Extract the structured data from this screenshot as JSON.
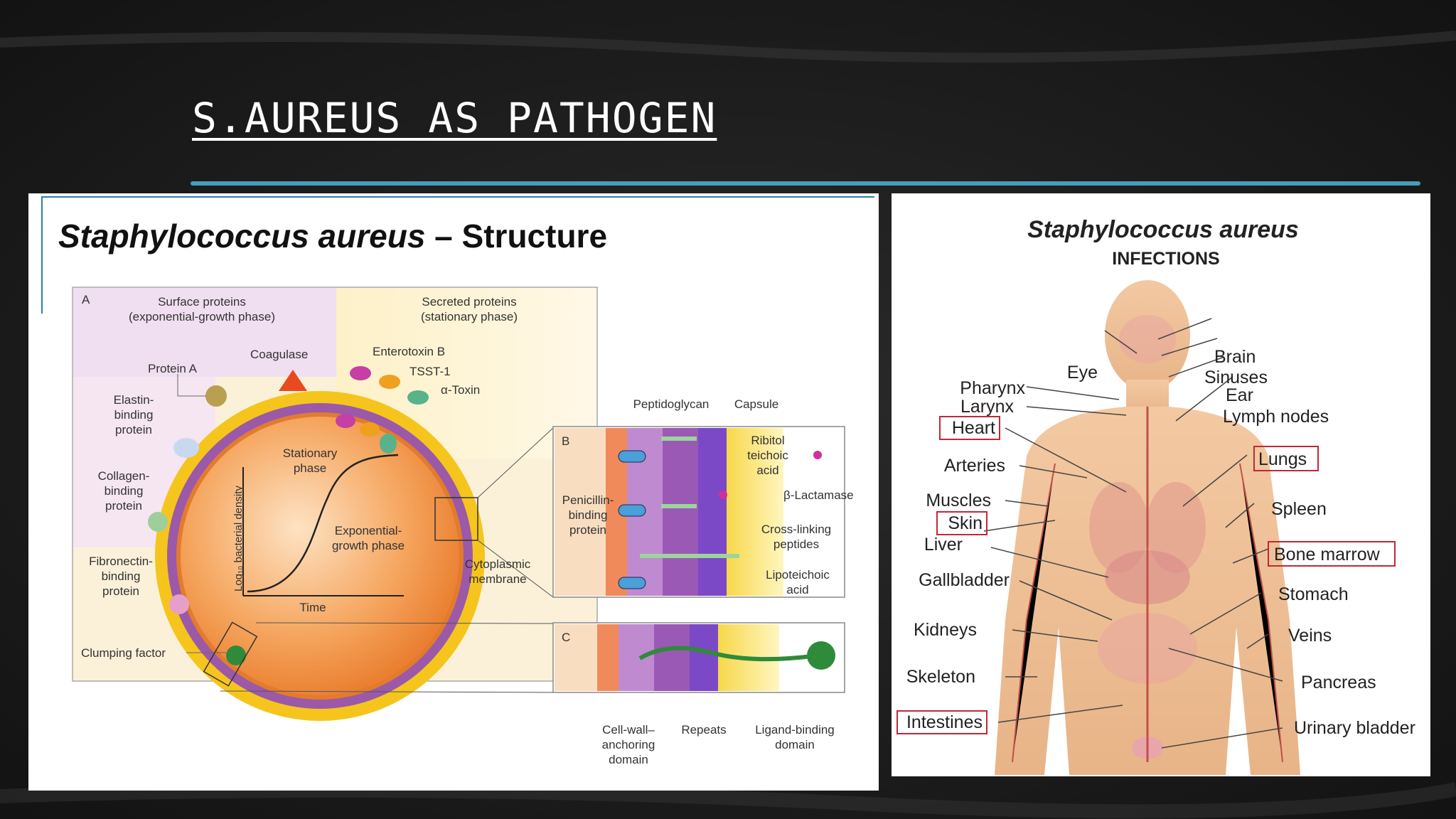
{
  "slide": {
    "title": "S.AUREUS AS PATHOGEN"
  },
  "structure_figure": {
    "heading_italic": "Staphylococcus aureus",
    "heading_rest": " – Structure",
    "panel_a": {
      "letter": "A",
      "surface_title_1": "Surface proteins",
      "surface_title_2": "(exponential-growth phase)",
      "secreted_title_1": "Secreted proteins",
      "secreted_title_2": "(stationary phase)",
      "coagulase": "Coagulase",
      "protein_a": "Protein A",
      "elastin": [
        "Elastin-",
        "binding",
        "protein"
      ],
      "collagen": [
        "Collagen-",
        "binding",
        "protein"
      ],
      "fibronectin": [
        "Fibronectin-",
        "binding",
        "protein"
      ],
      "clumping": "Clumping factor",
      "enterotoxin": "Enterotoxin B",
      "tsst": "TSST-1",
      "alpha_toxin": "α-Toxin",
      "stationary": [
        "Stationary",
        "phase"
      ],
      "exponential": [
        "Exponential-",
        "growth phase"
      ],
      "ylabel": "Log₁₀ bacterial density",
      "xlabel": "Time",
      "cytoplasmic": [
        "Cytoplasmic",
        "membrane"
      ]
    },
    "panel_b": {
      "letter": "B",
      "peptidoglycan": "Peptidoglycan",
      "capsule": "Capsule",
      "ribitol": [
        "Ribitol",
        "teichoic",
        "acid"
      ],
      "penicillin": [
        "Penicillin-",
        "binding",
        "protein"
      ],
      "lactamase": "β-Lactamase",
      "crosslinking": [
        "Cross-linking",
        "peptides"
      ],
      "lipoteichoic": [
        "Lipoteichoic",
        "acid"
      ]
    },
    "panel_c": {
      "letter": "C",
      "cellwall": [
        "Cell-wall–",
        "anchoring",
        "domain"
      ],
      "repeats": "Repeats",
      "ligand": [
        "Ligand-binding",
        "domain"
      ]
    }
  },
  "infections_figure": {
    "title": "Staphylococcus aureus",
    "subtitle": "INFECTIONS",
    "left_labels": [
      "Eye",
      "Pharynx",
      "Larynx",
      "Heart",
      "Arteries",
      "Muscles",
      "Skin",
      "Liver",
      "Gallbladder",
      "Kidneys",
      "Skeleton",
      "Intestines"
    ],
    "right_labels": [
      "Brain",
      "Sinuses",
      "Ear",
      "Lymph nodes",
      "Lungs",
      "Spleen",
      "Bone marrow",
      "Stomach",
      "Veins",
      "Pancreas",
      "Urinary bladder"
    ],
    "boxed_labels": [
      "Heart",
      "Skin",
      "Intestines",
      "Lungs",
      "Bone marrow"
    ]
  }
}
